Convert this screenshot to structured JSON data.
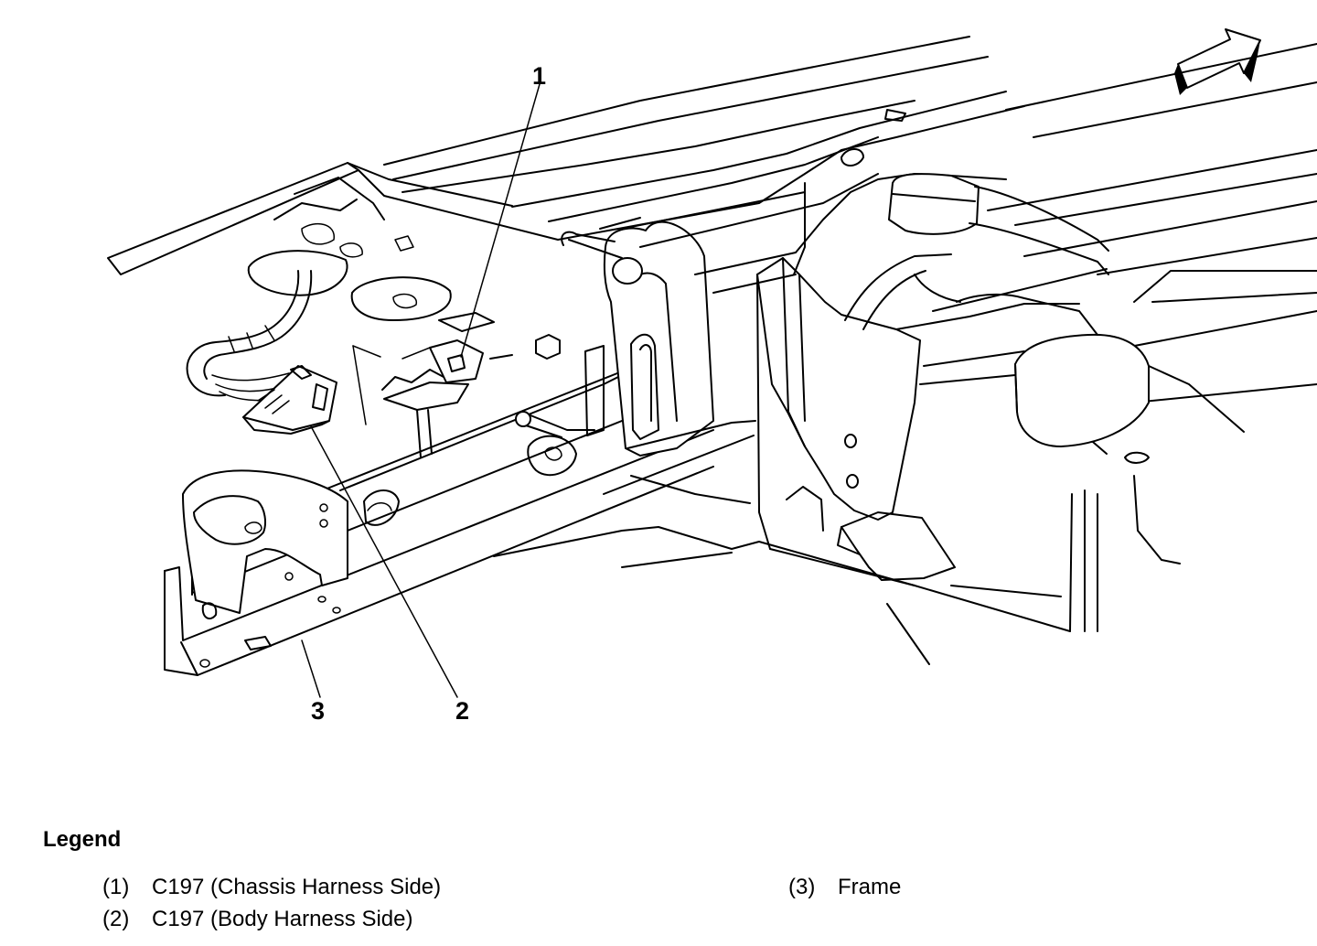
{
  "callouts": [
    {
      "number": "1"
    },
    {
      "number": "2"
    },
    {
      "number": "3"
    }
  ],
  "legend": {
    "title": "Legend",
    "items": [
      {
        "number": "(1)",
        "text": "C197 (Chassis Harness Side)"
      },
      {
        "number": "(2)",
        "text": "C197 (Body Harness Side)"
      },
      {
        "number": "(3)",
        "text": "Frame"
      }
    ]
  },
  "icons": {
    "direction_arrow": "arrow-right-up-icon"
  },
  "colors": {
    "ink": "#000000",
    "background": "#ffffff"
  }
}
